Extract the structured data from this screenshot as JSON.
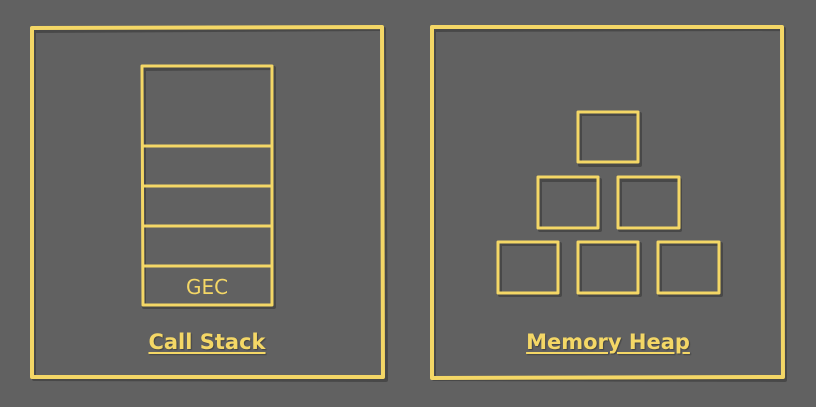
{
  "call_stack": {
    "title": "Call Stack",
    "frame_label": "GEC"
  },
  "memory_heap": {
    "title": "Memory Heap"
  },
  "colors": {
    "background": "#616161",
    "accent": "#f4d766"
  }
}
